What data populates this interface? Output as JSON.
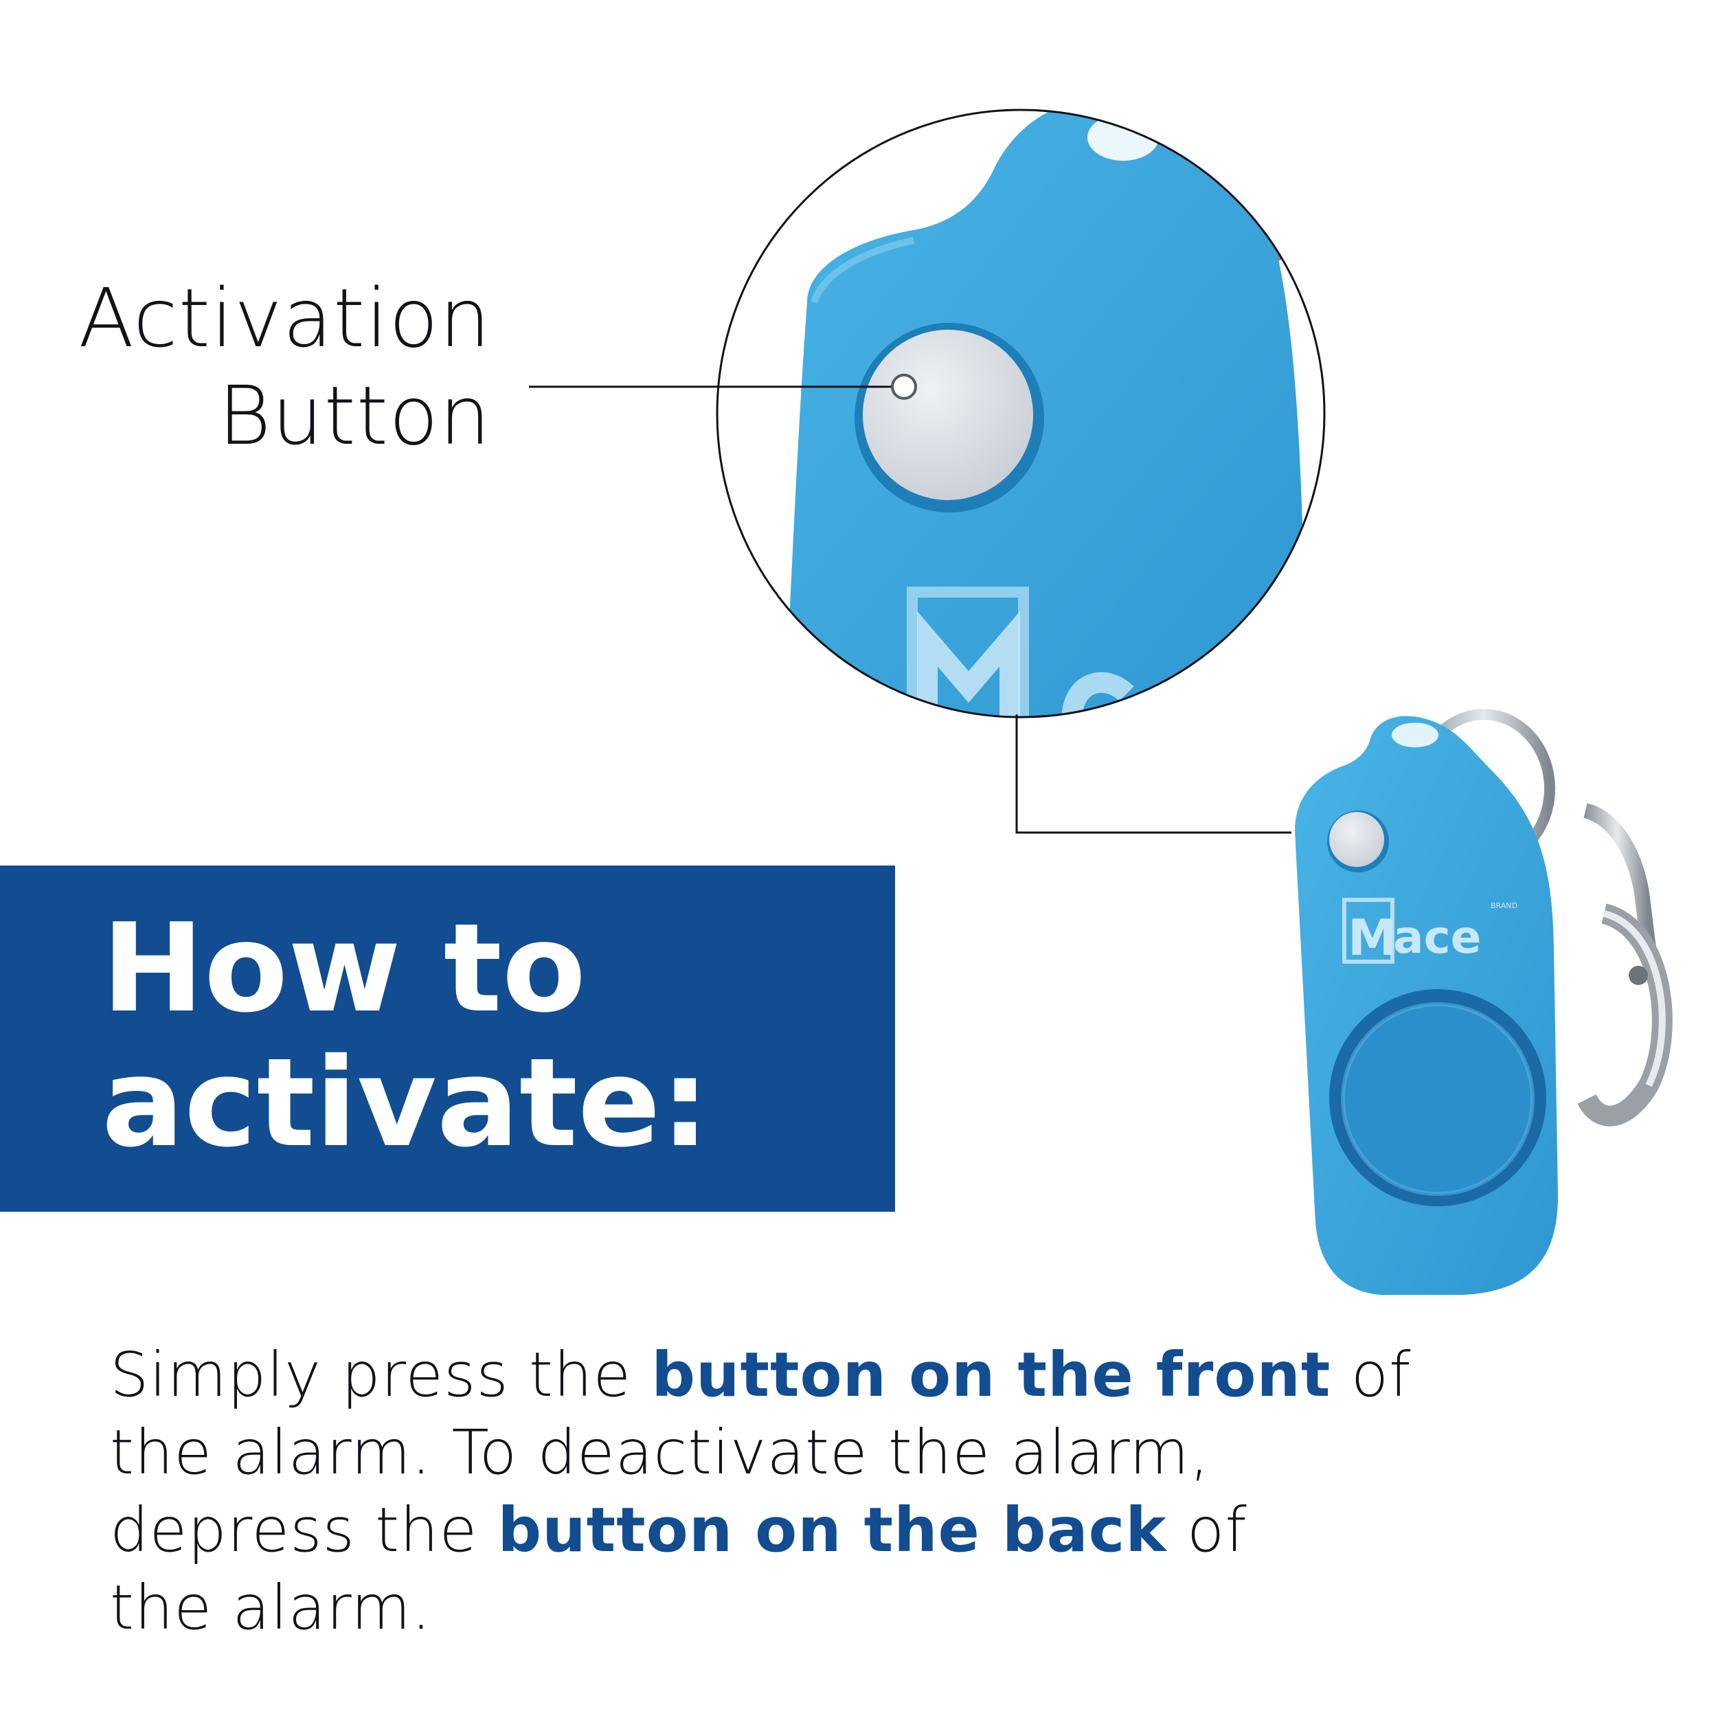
{
  "colors": {
    "brand_blue": "#124c91",
    "alarm_blue": "#3ba7dc",
    "alarm_blue_dark": "#1f79b4",
    "button_gray": "#d9dde3",
    "text": "#111318"
  },
  "callout": {
    "line1": "Activation",
    "line2": "Button"
  },
  "heading": {
    "line1": "How to",
    "line2": "activate:"
  },
  "instructions": {
    "line1_a": "Simply press the ",
    "line1_b": "button on the front",
    "line1_c": " of",
    "line2": "the alarm. To deactivate the alarm,",
    "line3_a": "depress the ",
    "line3_b": "button on the back",
    "line3_c": " of",
    "line4": "the alarm."
  },
  "logo": {
    "brand": "Mace",
    "letter": "M",
    "rest": "ace",
    "small": "BRAND"
  }
}
